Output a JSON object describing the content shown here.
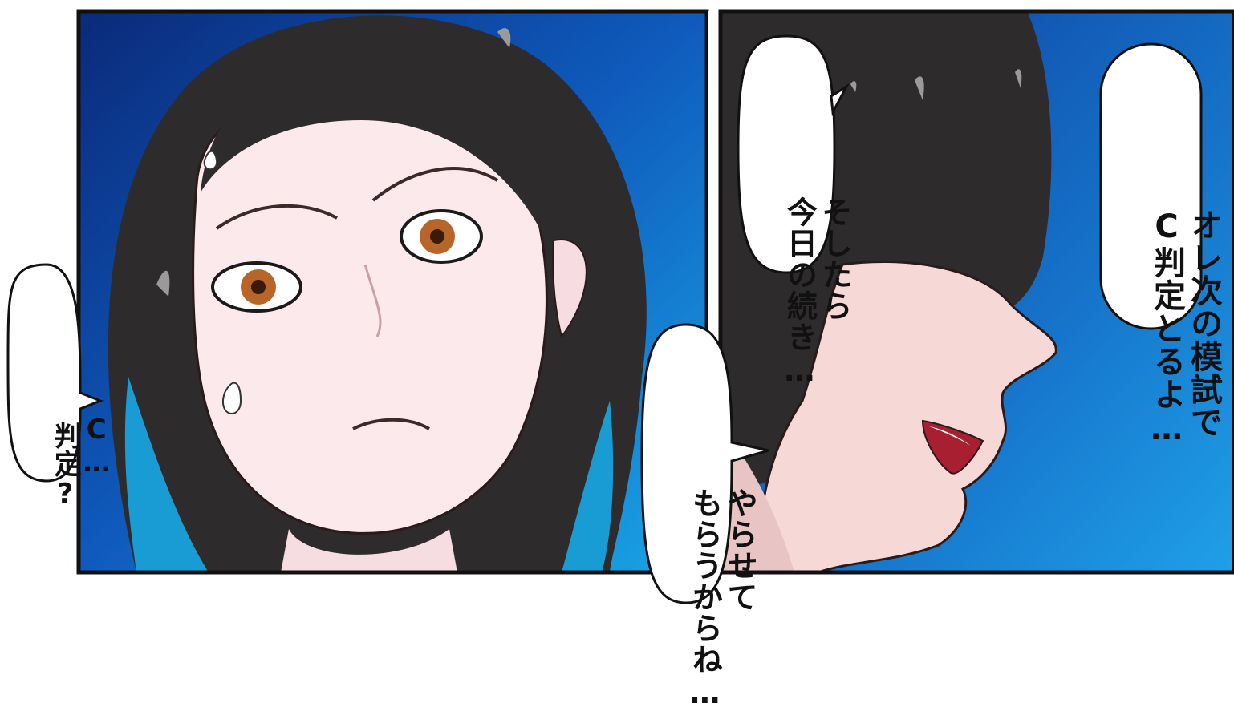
{
  "panels": [
    {
      "id": "panel-left",
      "bubbles": [
        {
          "id": "bubble-c-judgement",
          "lines": [
            "C…",
            "判定?"
          ]
        }
      ]
    },
    {
      "id": "panel-right",
      "bubbles": [
        {
          "id": "bubble-c-grade",
          "lines": [
            "オレ次の模試で",
            "C判定とるよ…"
          ]
        },
        {
          "id": "bubble-continue",
          "lines": [
            "そしたら",
            "今日の続き…"
          ]
        },
        {
          "id": "bubble-let-me",
          "lines": [
            "やらせて",
            "もらうからね…"
          ]
        }
      ]
    }
  ],
  "colors": {
    "panel_blue_dark": "#0a2a7a",
    "panel_blue_light": "#1aa6e6",
    "hair": "#2e2b2d",
    "skin": "#fbe9ec",
    "border": "#111111"
  }
}
